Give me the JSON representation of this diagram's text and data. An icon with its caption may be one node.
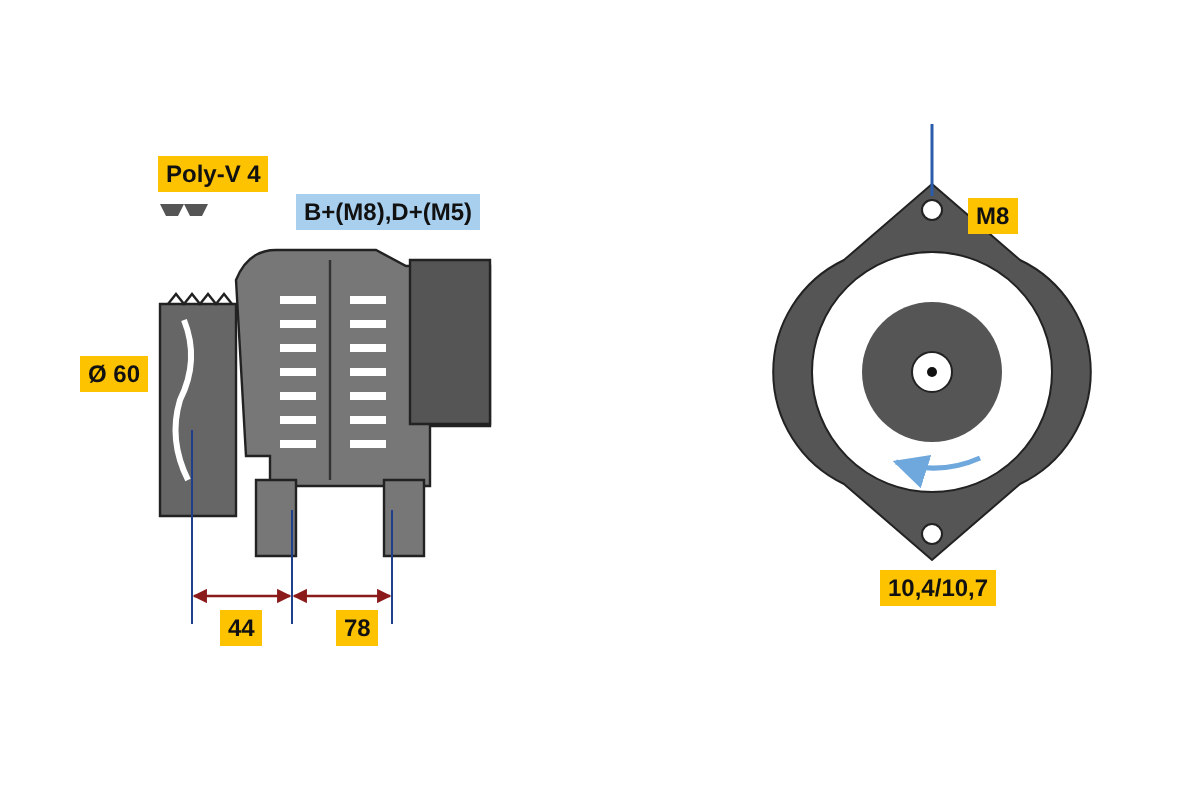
{
  "diagram": {
    "labels": [
      "Poly-V 4",
      "B+(M8),D+(M5)",
      "Ø 60",
      "44",
      "78",
      "M8",
      "10,4/10,7"
    ]
  }
}
